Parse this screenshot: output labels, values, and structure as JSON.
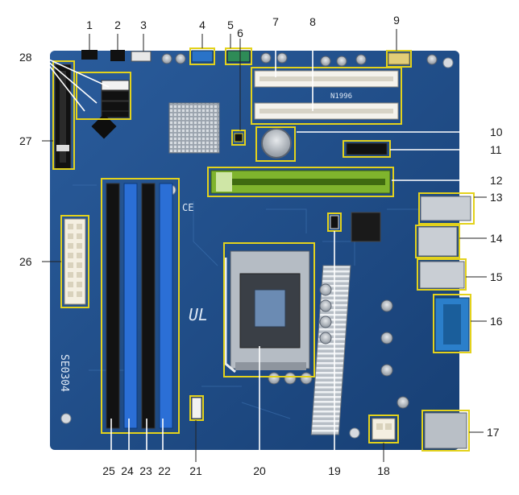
{
  "figure": {
    "board_markings": {
      "left_vertical": "SE0304",
      "pci_slot_marking": "N1996",
      "logo_marks": [
        "CE",
        "UL"
      ]
    },
    "accent_color": "#e3d21c",
    "board_color": "#1f4f8f",
    "callouts": [
      {
        "id": "c1",
        "label": "1"
      },
      {
        "id": "c2",
        "label": "2"
      },
      {
        "id": "c3",
        "label": "3"
      },
      {
        "id": "c4",
        "label": "4"
      },
      {
        "id": "c5",
        "label": "5"
      },
      {
        "id": "c6",
        "label": "6"
      },
      {
        "id": "c7",
        "label": "7"
      },
      {
        "id": "c8",
        "label": "8"
      },
      {
        "id": "c9",
        "label": "9"
      },
      {
        "id": "c10",
        "label": "10"
      },
      {
        "id": "c11",
        "label": "11"
      },
      {
        "id": "c12",
        "label": "12"
      },
      {
        "id": "c13",
        "label": "13"
      },
      {
        "id": "c14",
        "label": "14"
      },
      {
        "id": "c15",
        "label": "15"
      },
      {
        "id": "c16",
        "label": "16"
      },
      {
        "id": "c17",
        "label": "17"
      },
      {
        "id": "c18",
        "label": "18"
      },
      {
        "id": "c19",
        "label": "19"
      },
      {
        "id": "c20",
        "label": "20"
      },
      {
        "id": "c21",
        "label": "21"
      },
      {
        "id": "c22",
        "label": "22"
      },
      {
        "id": "c23",
        "label": "23"
      },
      {
        "id": "c24",
        "label": "24"
      },
      {
        "id": "c25",
        "label": "25"
      },
      {
        "id": "c26",
        "label": "26"
      },
      {
        "id": "c27",
        "label": "27"
      },
      {
        "id": "c28",
        "label": "28"
      }
    ]
  }
}
